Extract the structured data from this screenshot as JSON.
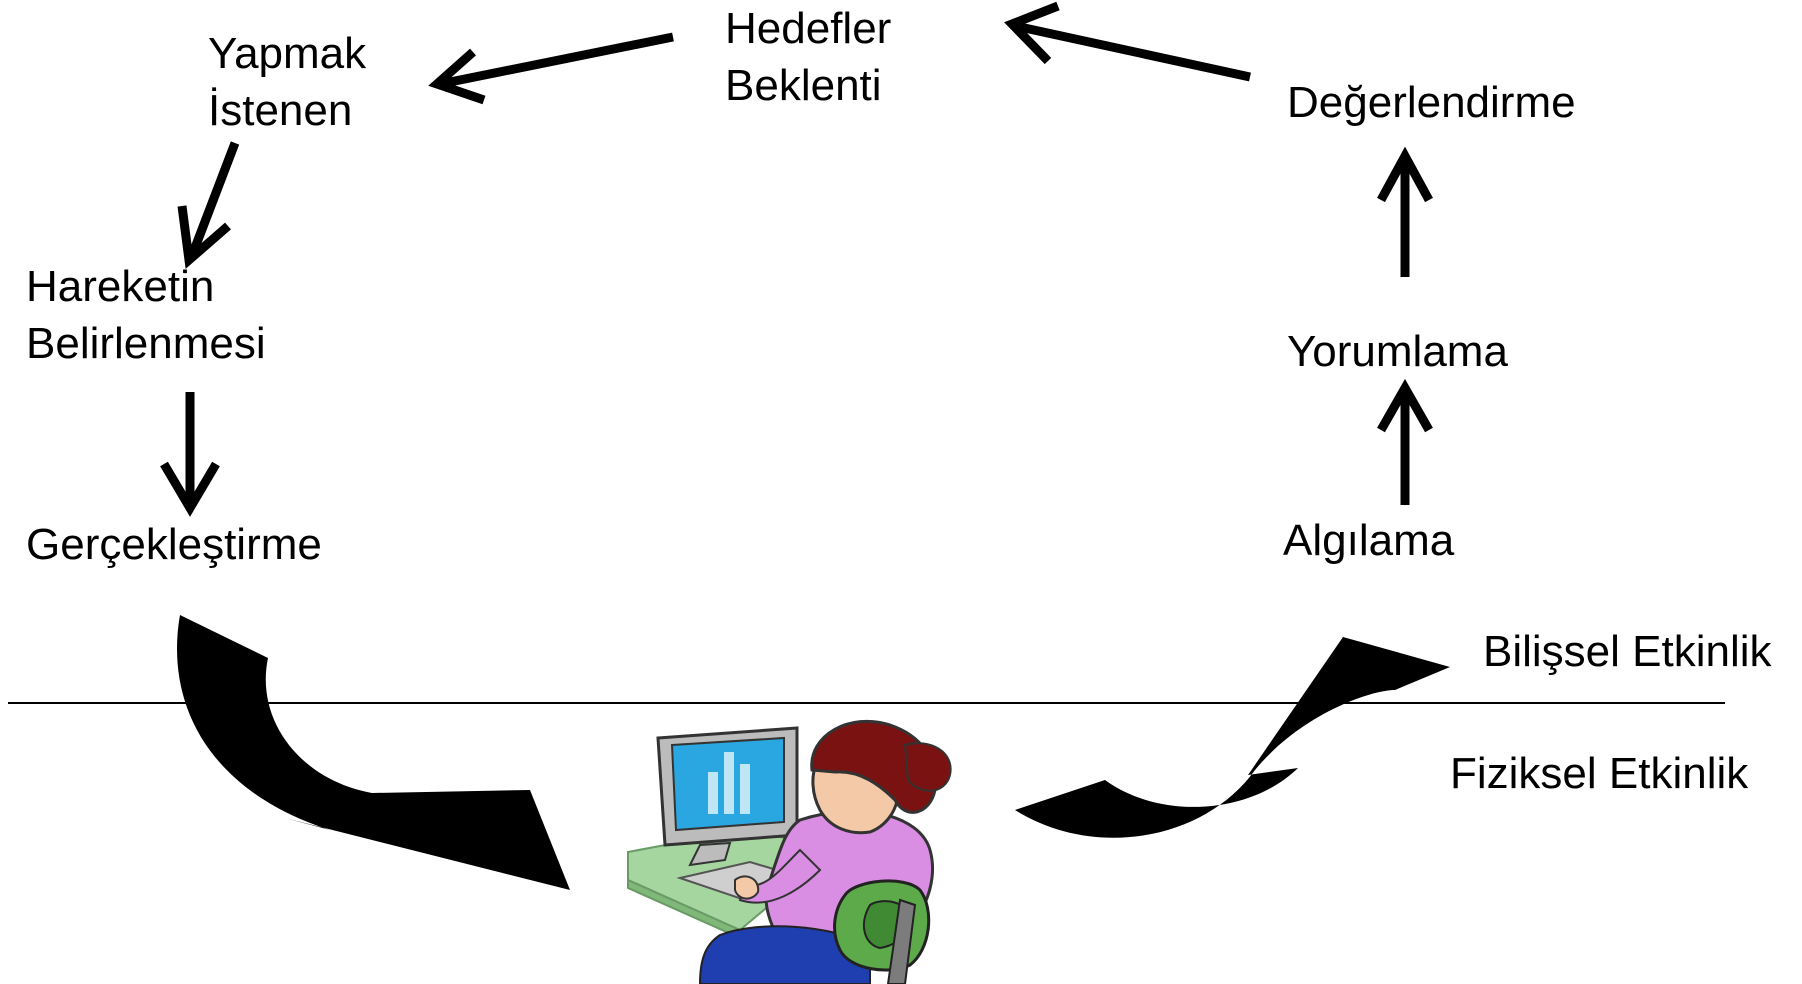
{
  "nodes": {
    "goals": {
      "line1": "Hedefler",
      "line2": "Beklenti"
    },
    "intention": {
      "line1": "Yapmak",
      "line2": "İstenen"
    },
    "action_spec": {
      "line1": "Hareketin",
      "line2": "Belirlenmesi"
    },
    "execution": {
      "line1": "Gerçekleştirme"
    },
    "evaluation": {
      "line1": "Değerlendirme"
    },
    "interpretation": {
      "line1": "Yorumlama"
    },
    "perception": {
      "line1": "Algılama"
    }
  },
  "zones": {
    "cognitive": "Bilişsel Etkinlik",
    "physical": "Fiziksel Etkinlik"
  },
  "colors": {
    "arrow": "#000000",
    "monitor_screen": "#2aa6e0",
    "shirt": "#d98ee3",
    "hair": "#7a1212",
    "skin": "#f4c9a8",
    "chair": "#5daa4a",
    "desk": "#a6d6a0",
    "pants": "#1f3fb0"
  },
  "icons": [
    "person-at-computer-icon"
  ]
}
